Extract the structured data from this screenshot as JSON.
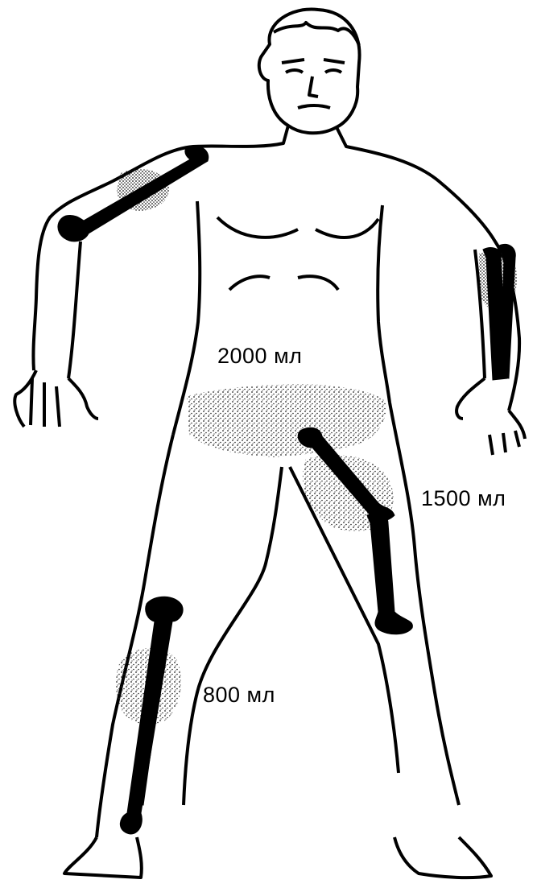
{
  "labels": {
    "pelvis": "2000 мл",
    "femur": "1500 мл",
    "tibia": "800 мл"
  },
  "colors": {
    "ink": "#000000",
    "paper": "#ffffff",
    "hatch": "#222222"
  }
}
